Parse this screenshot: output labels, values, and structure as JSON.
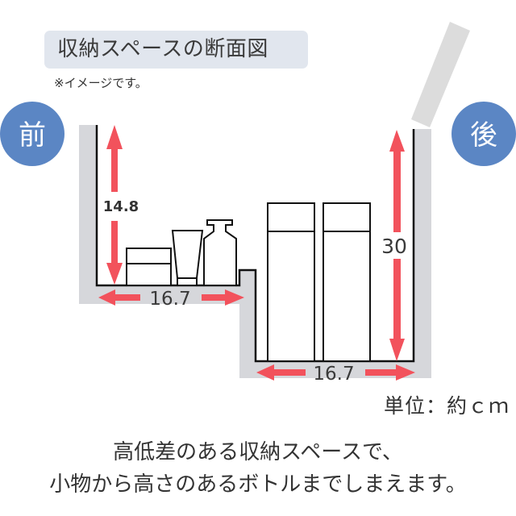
{
  "header": {
    "title": "収納スペースの断面図",
    "note": "※イメージです。"
  },
  "diagram": {
    "front_label": "前",
    "back_label": "後",
    "upper_shelf_height": "14.8",
    "upper_shelf_width": "16.7",
    "lower_shelf_height": "30",
    "lower_shelf_width": "16.7",
    "items_upper": [
      "cream-jar",
      "tube",
      "bottle"
    ],
    "items_lower": [
      "tall-bottle",
      "tall-bottle"
    ]
  },
  "unit": "単位：約ｃｍ",
  "caption": {
    "line1": "高低差のある収納スペースで、",
    "line2": "小物から高さのあるボトルまでしまえます。"
  },
  "colors": {
    "accent_blue": "#5b86c4",
    "arrow_red": "#f2525c",
    "wall_gray": "#d6d7db",
    "title_bg": "#e1e6ee"
  }
}
